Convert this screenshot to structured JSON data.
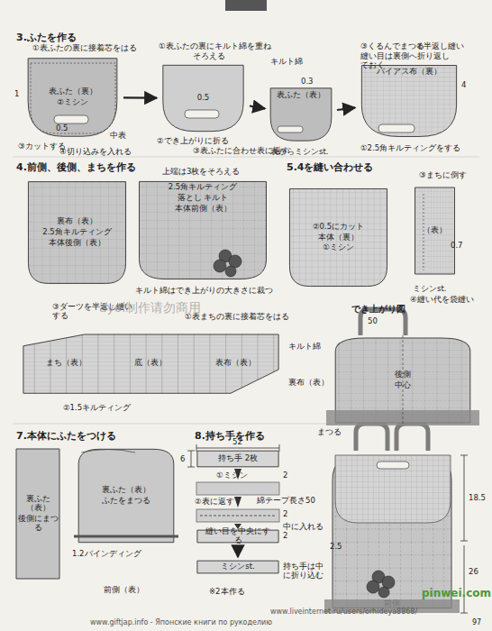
{
  "diagram": {
    "nodes": [
      {
        "text": [
          "表ふた（裏）",
          "②ミシン"
        ]
      },
      {
        "text": [
          "0.5"
        ]
      },
      {
        "text": [
          "表ふた（表）"
        ]
      },
      {
        "text": [
          "バイアス布（裏）"
        ]
      },
      {
        "text": [
          "裏布（表）",
          "2.5角キルティング",
          "本体後側（表）"
        ]
      },
      {
        "text": [
          "2.5角キルティング",
          "落とし キルト",
          "本体前側（表）"
        ]
      },
      {
        "text": [
          "まち（表）",
          "底（表）",
          "表布（表）"
        ]
      },
      {
        "text": [
          "②0.5にカット",
          "本体（裏）",
          "①ミシン"
        ]
      },
      {
        "text": [
          "（表）"
        ]
      },
      {
        "text": [
          "後側",
          "中心"
        ]
      },
      {
        "text": [
          "前側"
        ]
      },
      {
        "text": [
          "裏ふた（表）",
          "後側にまつる"
        ]
      },
      {
        "text": [
          "裏ふた（表）",
          "ふたをまつる"
        ]
      },
      {
        "text": [
          "持ち手 2枚"
        ]
      },
      {
        "text": [
          "縫い目を中央にする"
        ]
      },
      {
        "text": [
          "ミシンst."
        ]
      }
    ],
    "edges": [
      {
        "from": 0,
        "to": 1,
        "arrow": "to"
      },
      {
        "from": 1,
        "to": 2,
        "arrow": "to"
      },
      {
        "from": 2,
        "to": 3,
        "arrow": "to"
      },
      {
        "from": 14,
        "to": 15,
        "arrow": "to"
      }
    ],
    "labels": [
      "3.ふたを作る",
      "①表ふたの裏に接着芯をはる",
      "1",
      "③カットする",
      "0.5",
      "④切り込みを入れる",
      "中表",
      "①表ふたの裏にキルト綿を重ね",
      "そろえる",
      "②でき上がりに折る",
      "③表ふたに合わせ表に返す",
      "キルト綿",
      "0.3",
      "表からミシンst.",
      "③くるんでまつる",
      "縫い目は裏側へ折り返しておく",
      "②半返し縫い",
      "4",
      "①2.5角キルティングをする",
      "4.前側、後側、まちを作る",
      "上端は3枚をそろえる",
      "キルト綿はでき上がりの大きさに裁つ",
      "③ダーツを半返し縫いする",
      "①表まちの裏に接着芯をはる",
      "②1.5キルティング",
      "キルト綿",
      "裏布（表）",
      "5.4を縫い合わせる",
      "③まちに倒す",
      "0.7",
      "ミシンst.",
      "④縫い代を袋縫い",
      "でき上がり図",
      "50",
      "まつる",
      "18.5",
      "26",
      "2.5",
      "7.本体にふたをつける",
      "1.2バインディング",
      "前側（表）",
      "8.持ち手を作る",
      "52",
      "6",
      "①ミシン",
      "2",
      "②表に返す",
      "綿テープ長さ50",
      "2",
      "中に入れる",
      "2",
      "※2本作る",
      "持ち手は中に折り込む",
      "ayoi制作请勿商用",
      "www.giftjap.info - Японские книги по рукоделию",
      "www.liveinternet.ru/users/orhideya8868/",
      "pinwei.com",
      "97"
    ]
  }
}
